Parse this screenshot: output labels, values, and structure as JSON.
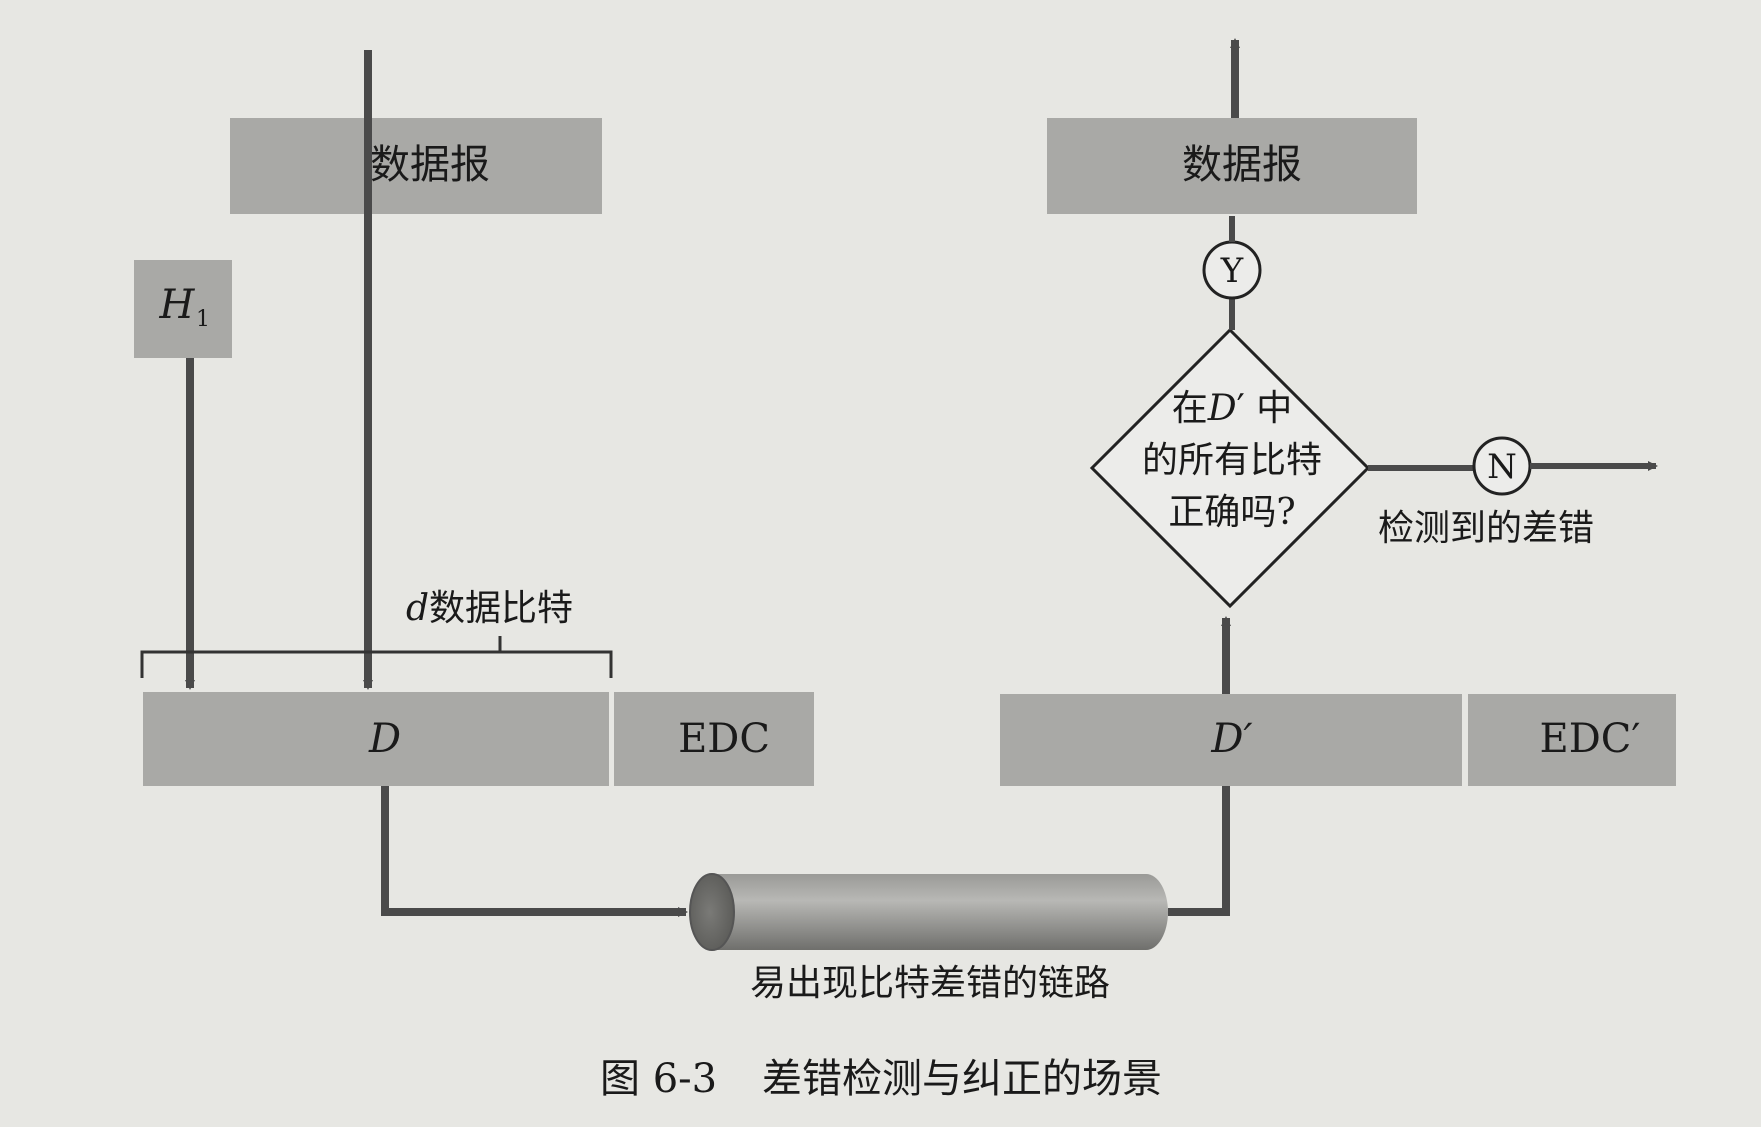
{
  "sender": {
    "datagram_label": "数据报",
    "header_label": "H",
    "header_subscript": "1",
    "bracket_label": "d数据比特",
    "bracket_italic_part": "d",
    "bracket_rest": "数据比特",
    "data_label": "D",
    "edc_label": "EDC"
  },
  "link": {
    "label": "易出现比特差错的链路"
  },
  "receiver": {
    "datagram_label": "数据报",
    "data_label": "D′",
    "edc_label": "EDC′",
    "decision_line1_prefix": "在",
    "decision_line1_italic": "D",
    "decision_line1_suffix": "′ 中",
    "decision_line2": "的所有比特",
    "decision_line3": "正确吗?",
    "yes_label": "Y",
    "no_label": "N",
    "error_label": "检测到的差错"
  },
  "caption": {
    "number": "图 6-3",
    "text": "差错检测与纠正的场景"
  },
  "colors": {
    "background": "#e7e7e3",
    "box_fill": "#a9a9a6",
    "line": "#4a4a4a",
    "ink": "#1a1a1a"
  }
}
